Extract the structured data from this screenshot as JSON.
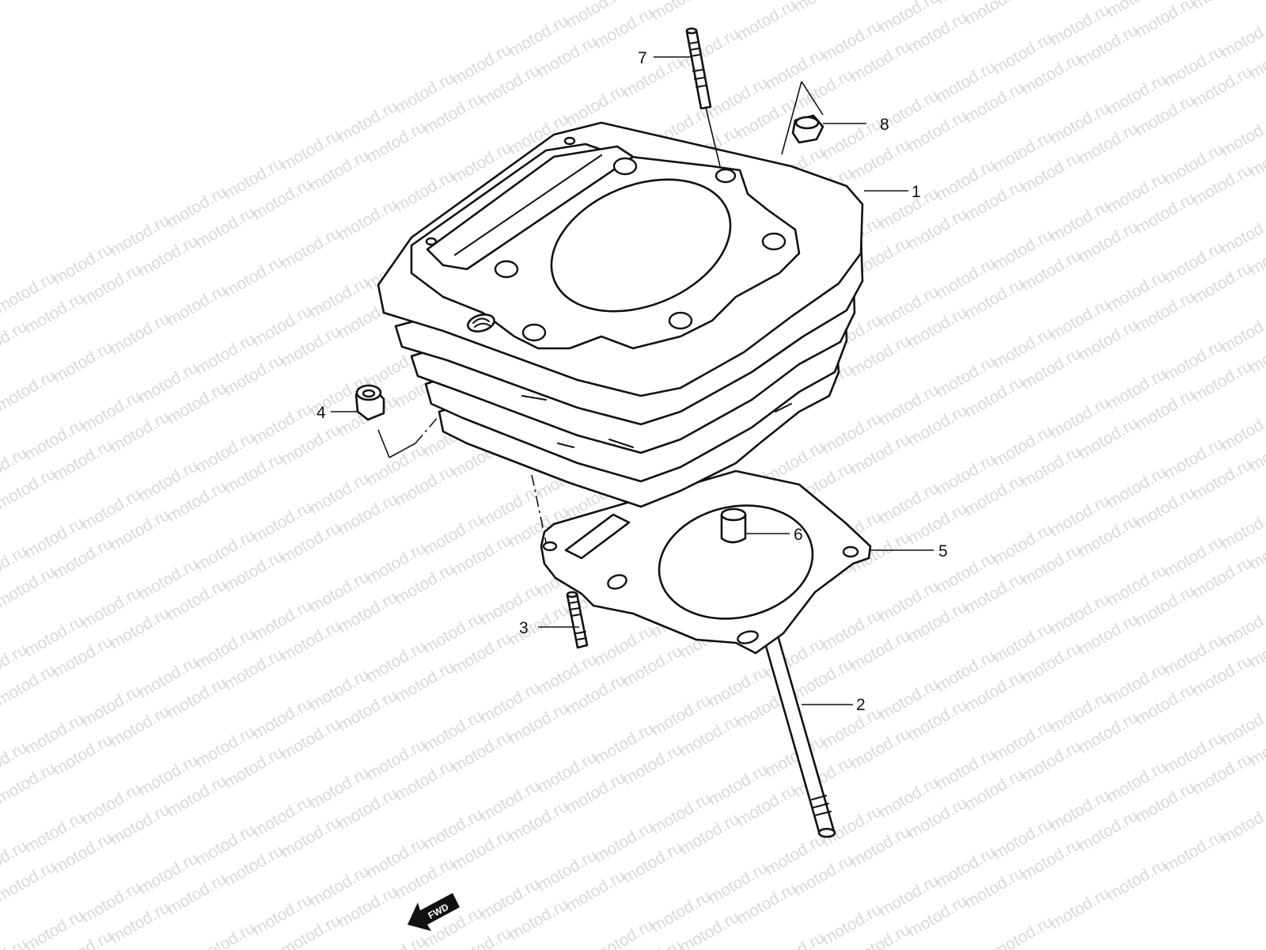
{
  "watermark": {
    "text": "motod.ru"
  },
  "callouts": [
    {
      "id": "1",
      "label": "1"
    },
    {
      "id": "2",
      "label": "2"
    },
    {
      "id": "3",
      "label": "3"
    },
    {
      "id": "4",
      "label": "4"
    },
    {
      "id": "5",
      "label": "5"
    },
    {
      "id": "6",
      "label": "6"
    },
    {
      "id": "7",
      "label": "7"
    },
    {
      "id": "8",
      "label": "8"
    }
  ],
  "direction": {
    "label": "FWD"
  },
  "colors": {
    "line": "#111111",
    "watermark": "#d9d9d9",
    "background": "#ffffff"
  }
}
